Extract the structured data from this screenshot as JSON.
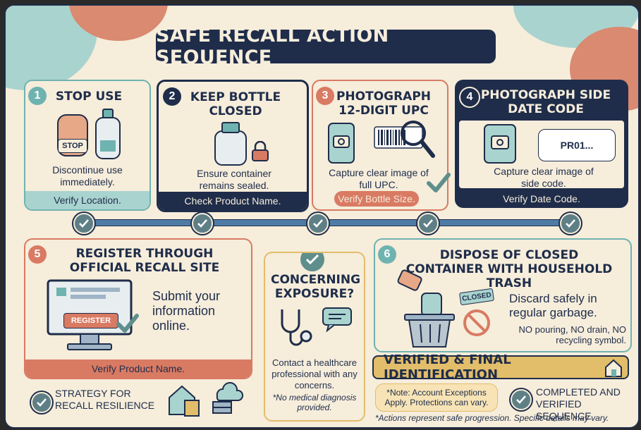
{
  "title": "SAFE RECALL ACTION SEQUENCE",
  "steps": [
    {
      "num": "1",
      "title": "STOP USE",
      "desc": "Discontinue use immediately.",
      "footer": "Verify Location.",
      "badge": "STOP"
    },
    {
      "num": "2",
      "title": "KEEP BOTTLE CLOSED",
      "desc": "Ensure container remains sealed.",
      "footer": "Check Product Name."
    },
    {
      "num": "3",
      "title": "PHOTOGRAPH 12-DIGIT UPC",
      "desc": "Capture clear image of full UPC.",
      "footer": "Verify Bottle Size."
    },
    {
      "num": "4",
      "title": "PHOTOGRAPH SIDE DATE CODE",
      "desc": "Capture clear image of side code.",
      "footer": "Verify Date Code.",
      "code": "PR01..."
    },
    {
      "num": "5",
      "title": "REGISTER THROUGH OFFICIAL RECALL SITE",
      "desc": "Submit your information online.",
      "footer": "Verify Product Name.",
      "button": "REGISTER"
    },
    {
      "num": "6",
      "title": "DISPOSE OF CLOSED CONTAINER WITH HOUSEHOLD TRASH",
      "desc": "Discard safely in regular garbage.",
      "note": "NO pouring, NO drain, NO recycling symbol.",
      "tag": "CLOSED"
    }
  ],
  "exposure": {
    "title": "CONCERNING EXPOSURE?",
    "desc": "Contact a healthcare professional with any concerns.",
    "note": "*No medical diagnosis provided."
  },
  "strategy": "STRATEGY FOR RECALL RESILIENCE",
  "final": {
    "title": "VERIFIED & FINAL IDENTIFICATION",
    "note": "*Note: Account Exceptions Apply. Protections can vary.",
    "completed": "COMPLETED AND VERIFIED SEQUENCE",
    "disclaimer": "*Actions represent safe progression. Specific details may vary."
  },
  "colors": {
    "navy": "#1f2d4a",
    "teal": "#6fb3b0",
    "coral": "#d97a63",
    "gold": "#e2bd6a",
    "cream": "#f6eddb"
  },
  "icons": [
    "stop-hand-icon",
    "bottle-icon",
    "lock-icon",
    "phone-camera-icon",
    "barcode-icon",
    "magnifier-icon",
    "monitor-icon",
    "stethoscope-icon",
    "chat-icon",
    "trash-can-icon",
    "no-pour-icon",
    "house-document-icon",
    "cloud-server-icon",
    "check-icon"
  ]
}
